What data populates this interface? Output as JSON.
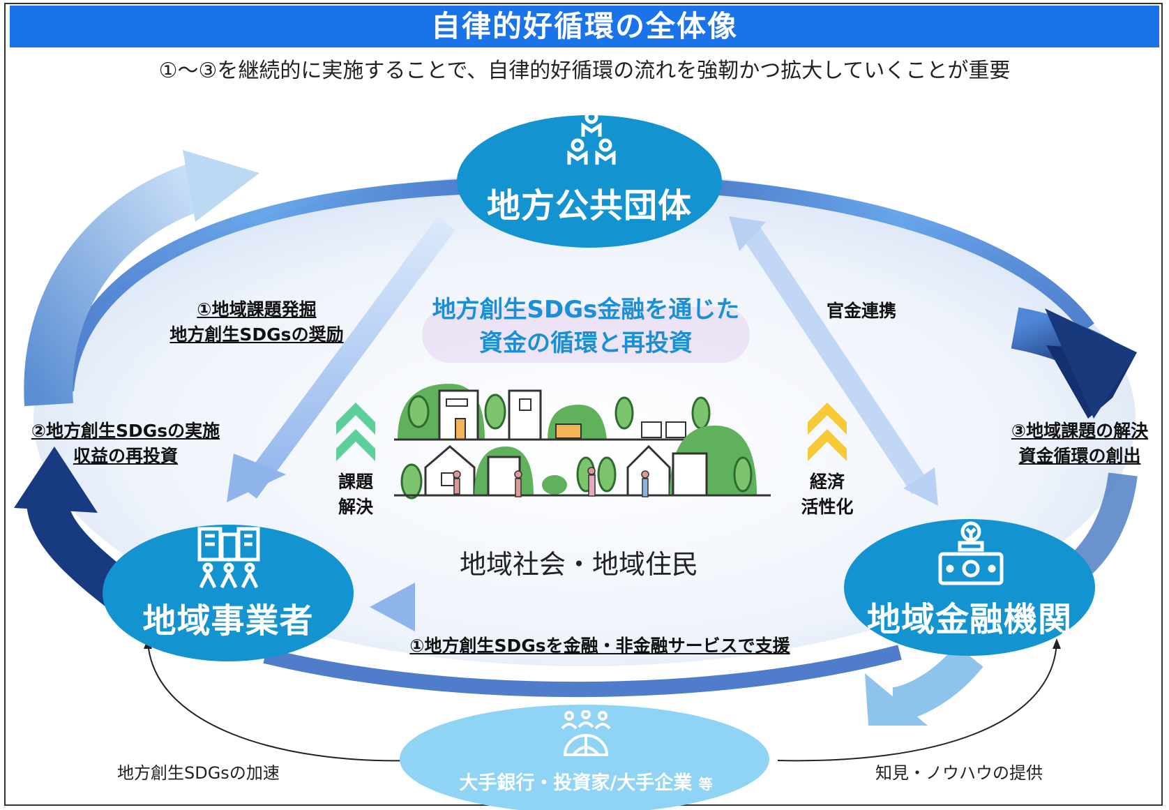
{
  "header": {
    "title": "自律的好循環の全体像",
    "subtitle": "①～③を継続的に実施することで、自律的好循環の流れを強靭かつ拡大していくことが重要"
  },
  "nodes": {
    "local_gov": "地方公共団体",
    "local_business": "地域事業者",
    "financial_inst": "地域金融機関",
    "major": "大手銀行・投資家/大手企業",
    "major_suffix": "等"
  },
  "center": {
    "title_line1": "地方創生SDGs金融を通じた",
    "title_line2": "資金の循環と再投資",
    "community": "地域社会・地域住民",
    "left_badge_line1": "課題",
    "left_badge_line2": "解決",
    "right_badge_line1": "経済",
    "right_badge_line2": "活性化"
  },
  "labels": {
    "step1_line1": "①地域課題発掘",
    "step1_line2": "地方創生SDGsの奨励",
    "step2_line1": "②地方創生SDGsの実施",
    "step2_line2": "収益の再投資",
    "step3_line1": "③地域課題の解決",
    "step3_line2": "資金循環の創出",
    "public_private": "官金連携",
    "support": "①地方創生SDGsを金融・非金融サービスで支援",
    "accelerate": "地方創生SDGsの加速",
    "knowhow": "知見・ノウハウの提供"
  },
  "icons": {
    "gov": "people-pyramid-icon",
    "business": "building-people-icon",
    "finance": "money-icon",
    "major": "globe-people-icon"
  },
  "colors": {
    "title_bar": "#1a73e8",
    "node": "#1393cf",
    "major_node": "#8fd3f5",
    "dark_arrow": "#1d3f8a",
    "light_arrow": "#a9c9f2",
    "center_text": "#1a8fd6"
  }
}
